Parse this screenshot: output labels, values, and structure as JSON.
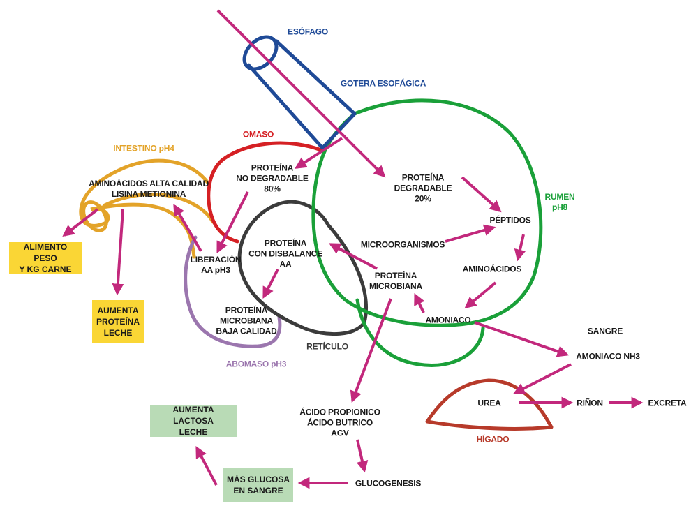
{
  "colors": {
    "arrow": "#c2287c",
    "esofago": "#1f4a97",
    "rumen": "#1aa039",
    "omaso": "#d52024",
    "reticulo": "#3b3b3b",
    "abomaso": "#9b76ae",
    "intestino": "#e3a329",
    "higado": "#b73a2a",
    "yellow_box": "#fad635",
    "green_box": "#b9dbb6"
  },
  "organs": {
    "esofago": "ESÓFAGO",
    "gotera": "GOTERA ESOFÁGICA",
    "omaso": "OMASO",
    "intestino": "INTESTINO pH4",
    "rumen_l1": "RUMEN",
    "rumen_l2": "pH8",
    "reticulo": "RETÍCULO",
    "abomaso": "ABOMASO pH3",
    "higado": "HÍGADO"
  },
  "nodes": {
    "prot_nodeg": [
      "PROTEÍNA",
      "NO DEGRADABLE",
      "80%"
    ],
    "prot_deg": [
      "PROTEÍNA",
      "DEGRADABLE",
      "20%"
    ],
    "aminoacidos_alta": [
      "AMINOÁCIDOS ALTA CALIDAD",
      "LISINA METIONINA"
    ],
    "peptidos": "PÉPTIDOS",
    "microorganismos": "MICROORGANISMOS",
    "aminoacidos": "AMINOÁCIDOS",
    "prot_disbalance": [
      "PROTEÍNA",
      "CON DISBALANCE",
      "AA"
    ],
    "liberacion": [
      "LIBERACIÓN",
      "AA pH3"
    ],
    "prot_microbiana": [
      "PROTEÍNA",
      "MICROBIANA"
    ],
    "amoniaco": "AMONIACO",
    "prot_micro_baja": [
      "PROTEÍNA",
      "MICROBIANA",
      "BAJA CALIDAD"
    ],
    "sangre": "SANGRE",
    "amoniaco_nh3": "AMONIACO NH3",
    "urea": "UREA",
    "rinon": "RIÑON",
    "excreta": "EXCRETA",
    "acidos": [
      "ÁCIDO PROPIONICO",
      "ÁCIDO BUTRICO",
      "AGV"
    ],
    "glucogenesis": "GLUCOGENESIS"
  },
  "boxes": {
    "alimento": [
      "ALIMENTO PESO",
      "Y KG CARNE"
    ],
    "aumenta_proteina": [
      "AUMENTA",
      "PROTEÍNA",
      "LECHE"
    ],
    "aumenta_lactosa": [
      "AUMENTA LACTOSA",
      "LECHE"
    ],
    "mas_glucosa": [
      "MÁS GLUCOSA",
      "EN SANGRE"
    ]
  }
}
